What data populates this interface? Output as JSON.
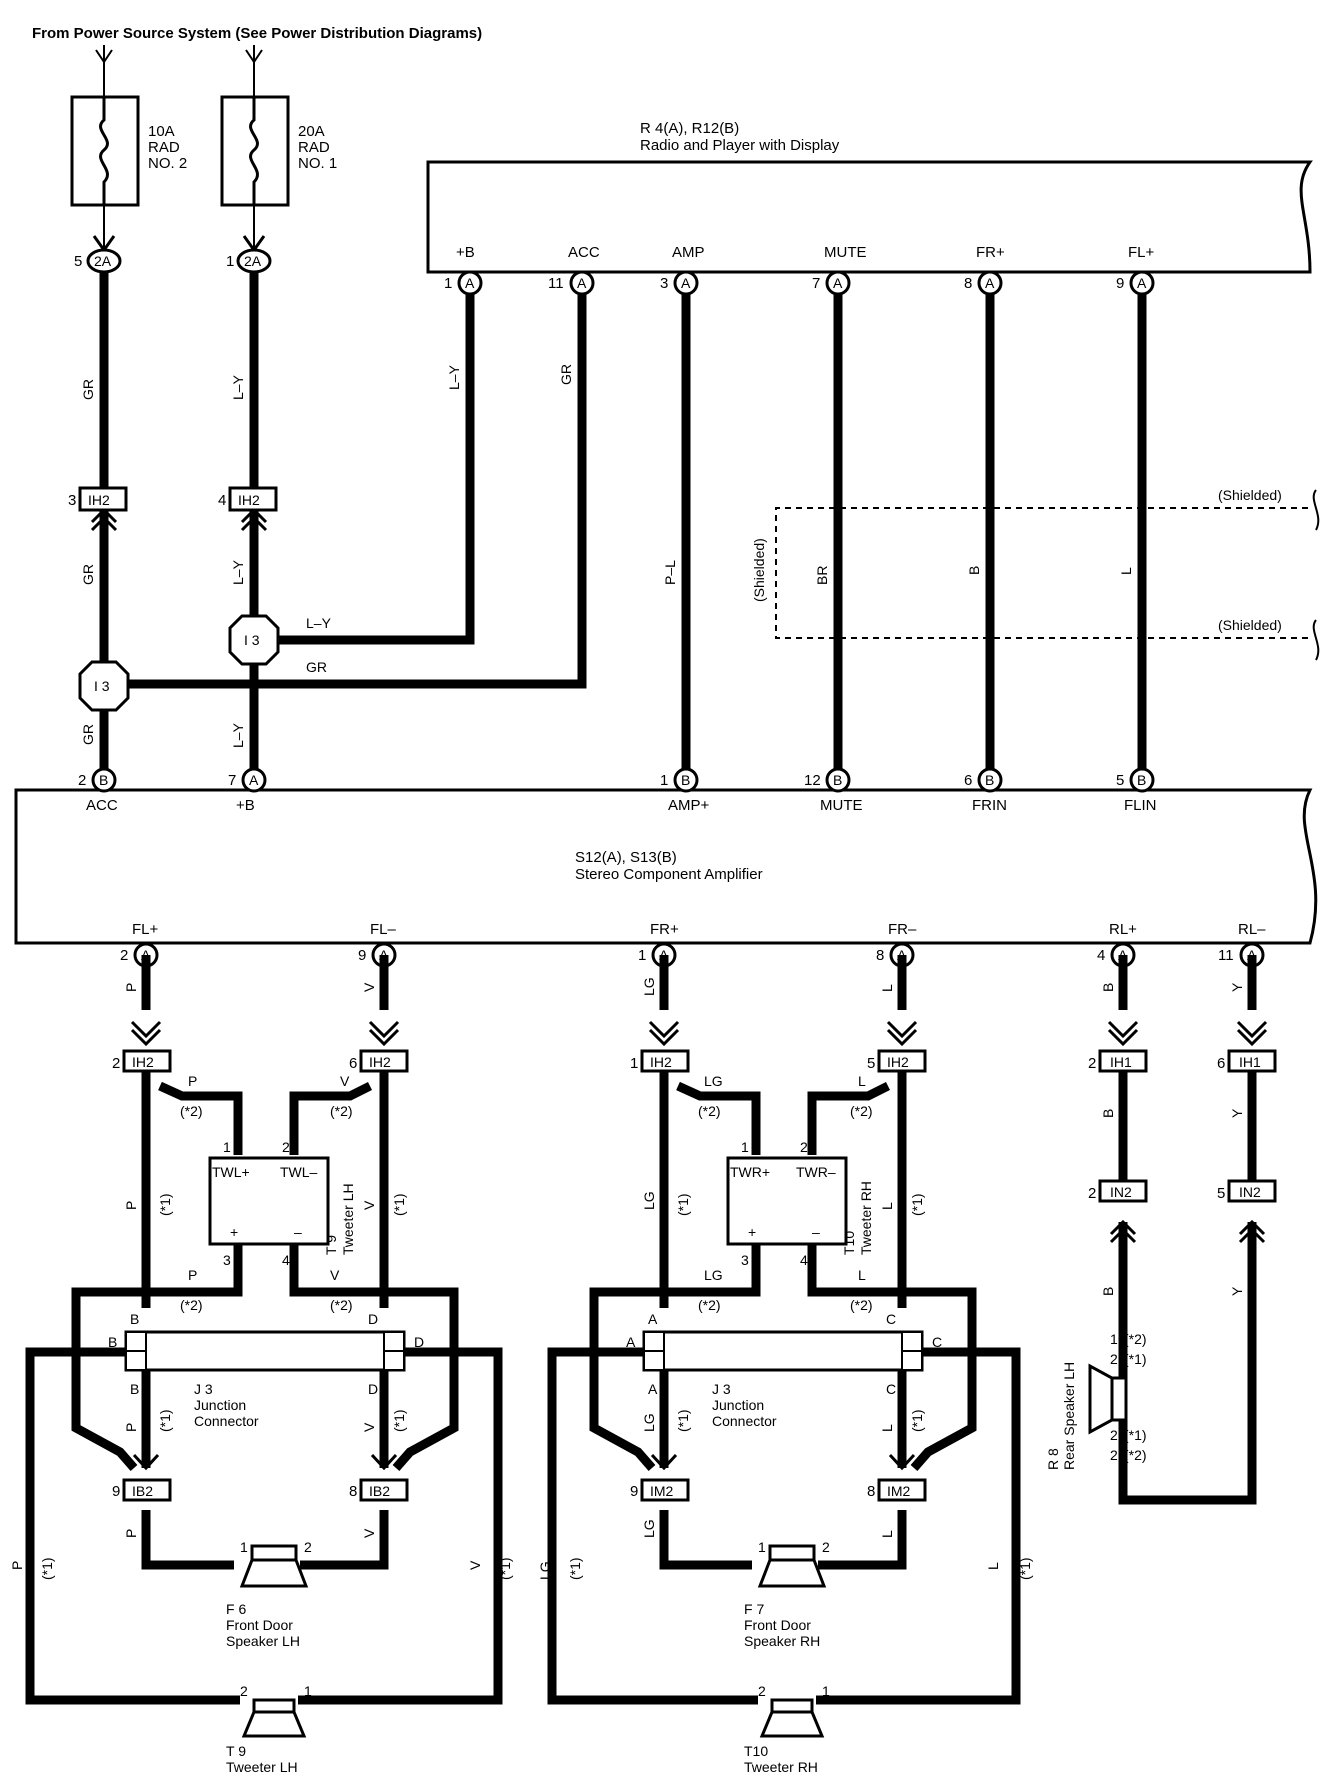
{
  "header": "From Power Source System (See Power Distribution Diagrams)",
  "fuses": [
    {
      "label": [
        "10A",
        "RAD",
        "NO. 2"
      ]
    },
    {
      "label": [
        "20A",
        "RAD",
        "NO. 1"
      ]
    }
  ],
  "radio": {
    "id": "R 4(A), R12(B)",
    "name": "Radio and Player with Display",
    "pins": [
      {
        "name": "+B",
        "num": "1",
        "conn": "A"
      },
      {
        "name": "ACC",
        "num": "11",
        "conn": "A"
      },
      {
        "name": "AMP",
        "num": "3",
        "conn": "A"
      },
      {
        "name": "MUTE",
        "num": "7",
        "conn": "A"
      },
      {
        "name": "FR+",
        "num": "8",
        "conn": "A"
      },
      {
        "name": "FL+",
        "num": "9",
        "conn": "A"
      }
    ]
  },
  "amp": {
    "id": "S12(A), S13(B)",
    "name": "Stereo Component Amplifier",
    "top_pins": [
      {
        "name": "ACC",
        "num": "2",
        "conn": "B"
      },
      {
        "name": "+B",
        "num": "7",
        "conn": "A"
      },
      {
        "name": "AMP+",
        "num": "1",
        "conn": "B"
      },
      {
        "name": "MUTE",
        "num": "12",
        "conn": "B"
      },
      {
        "name": "FRIN",
        "num": "6",
        "conn": "B"
      },
      {
        "name": "FLIN",
        "num": "5",
        "conn": "B"
      }
    ],
    "bottom_pins": [
      {
        "name": "FL+",
        "num": "2",
        "conn": "A"
      },
      {
        "name": "FL–",
        "num": "9",
        "conn": "A"
      },
      {
        "name": "FR+",
        "num": "1",
        "conn": "A"
      },
      {
        "name": "FR–",
        "num": "8",
        "conn": "A"
      },
      {
        "name": "RL+",
        "num": "4",
        "conn": "A"
      },
      {
        "name": "RL–",
        "num": "11",
        "conn": "A"
      }
    ]
  },
  "fuse_pins": [
    {
      "num": "5",
      "conn": "2A"
    },
    {
      "num": "1",
      "conn": "2A"
    }
  ],
  "wires": {
    "gr": "GR",
    "ly": "L–Y",
    "pl": "P–L",
    "br": "BR",
    "b": "B",
    "l": "L",
    "p": "P",
    "v": "V",
    "lg": "LG",
    "y": "Y"
  },
  "ih2": "IH2",
  "ih1": "IH1",
  "in2": "IN2",
  "ib2": "IB2",
  "im2": "IM2",
  "splice": "I 3",
  "shielded": "(Shielded)",
  "note1": "(*1)",
  "note2": "(*2)",
  "tweeter_lh_mod": {
    "pins": [
      "TWL+",
      "TWL–"
    ],
    "id": "T 9",
    "name": "Tweeter LH"
  },
  "tweeter_rh_mod": {
    "pins": [
      "TWR+",
      "TWR–"
    ],
    "id": "T10",
    "name": "Tweeter RH"
  },
  "junction": {
    "id": "J 3",
    "name": [
      "Junction",
      "Connector"
    ]
  },
  "jletters": {
    "b": "B",
    "d": "D",
    "a": "A",
    "c": "C"
  },
  "speakers": {
    "f6": {
      "id": "F 6",
      "name": [
        "Front Door",
        "Speaker LH"
      ]
    },
    "f7": {
      "id": "F 7",
      "name": [
        "Front Door",
        "Speaker RH"
      ]
    },
    "t9": {
      "id": "T 9",
      "name": "Tweeter LH"
    },
    "t10": {
      "id": "T10",
      "name": "Tweeter RH"
    },
    "r8": {
      "id": "R 8",
      "name": "Rear Speaker LH"
    }
  },
  "colors": {
    "wire": "#000000",
    "background": "#ffffff"
  }
}
